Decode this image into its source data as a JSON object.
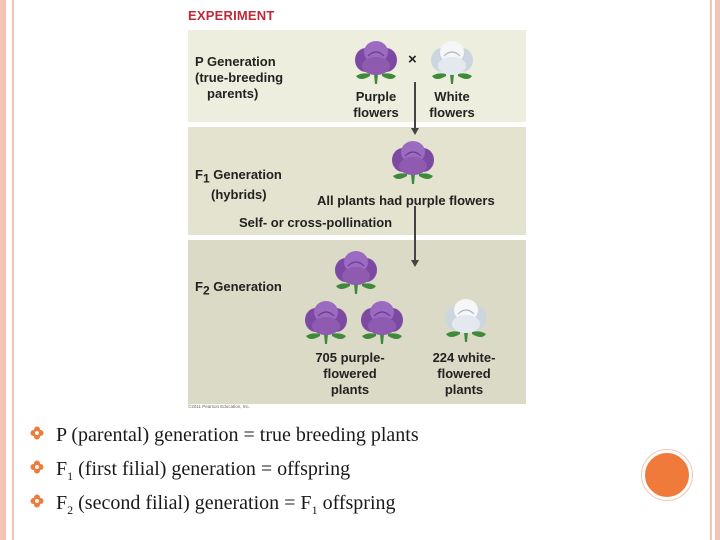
{
  "figure": {
    "title": "EXPERIMENT",
    "p_generation": {
      "label_line1": "P Generation",
      "label_line2": "(true-breeding",
      "label_line3": "parents)",
      "cross_symbol": "×",
      "purple_label_line1": "Purple",
      "purple_label_line2": "flowers",
      "white_label_line1": "White",
      "white_label_line2": "flowers"
    },
    "f1_generation": {
      "label_prefix": "F",
      "label_sub": "1",
      "label_suffix": " Generation",
      "label_line2": "(hybrids)",
      "result": "All plants had purple flowers",
      "pollination": "Self- or cross-pollination"
    },
    "f2_generation": {
      "label_prefix": "F",
      "label_sub": "2",
      "label_suffix": " Generation",
      "purple_count_line1": "705 purple-",
      "purple_count_line2": "flowered",
      "purple_count_line3": "plants",
      "white_count_line1": "224 white-",
      "white_count_line2": "flowered",
      "white_count_line3": "plants"
    },
    "copyright": "©2011 Pearson Education, Inc.",
    "colors": {
      "purple_flower": "#8e5bb0",
      "white_flower": "#e4e9ef",
      "leaf": "#3f8a3a",
      "title": "#c0293a"
    }
  },
  "bullets": [
    {
      "text": "P (parental) generation = true breeding plants"
    },
    {
      "prefix": "F",
      "sub": "1",
      "text": " (first filial) generation = offspring"
    },
    {
      "prefix": "F",
      "sub": "2",
      "text": " (second filial) generation = F",
      "sub2": "1",
      "suffix": " offspring"
    }
  ],
  "bullet_icon": "flower-bullet-icon"
}
